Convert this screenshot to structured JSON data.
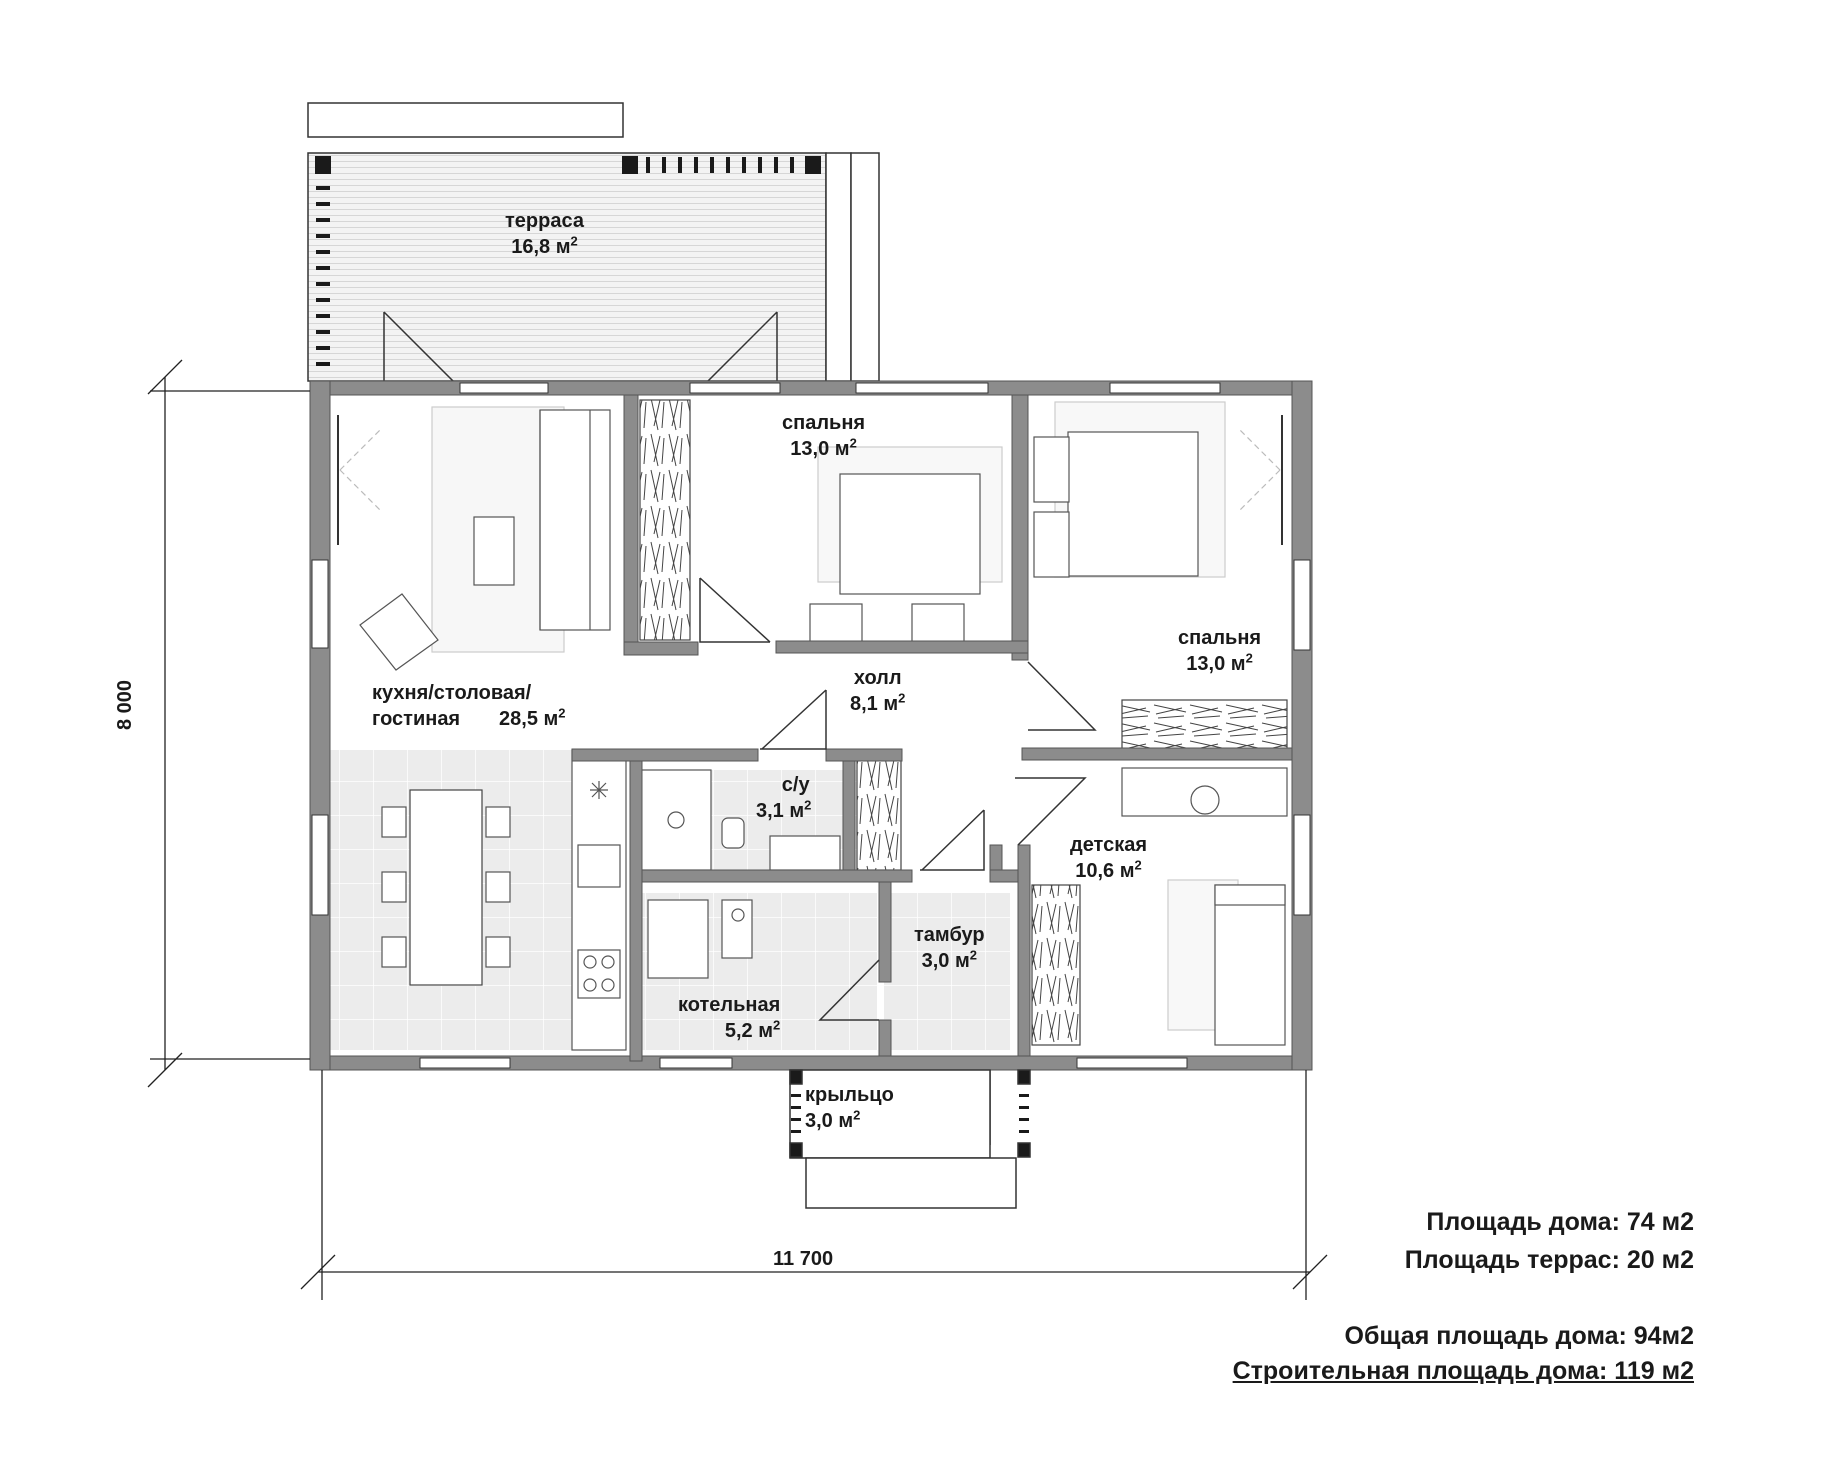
{
  "rooms": {
    "terrace": {
      "name": "терраса",
      "area": "16,8 м",
      "sup": "2"
    },
    "kitchen": {
      "name1": "кухня/столовая/",
      "name2": "гостиная",
      "area": "28,5 м",
      "sup": "2"
    },
    "bedroom1": {
      "name": "спальня",
      "area": "13,0 м",
      "sup": "2"
    },
    "bedroom2": {
      "name": "спальня",
      "area": "13,0 м",
      "sup": "2"
    },
    "hall": {
      "name": "холл",
      "area": "8,1 м",
      "sup": "2"
    },
    "bathroom": {
      "name": "с/у",
      "area": "3,1 м",
      "sup": "2"
    },
    "nursery": {
      "name": "детская",
      "area": "10,6 м",
      "sup": "2"
    },
    "vestibule": {
      "name": "тамбур",
      "area": "3,0 м",
      "sup": "2"
    },
    "boiler": {
      "name": "котельная",
      "area": "5,2 м",
      "sup": "2"
    },
    "porch": {
      "name": "крыльцо",
      "area": "3,0 м",
      "sup": "2"
    }
  },
  "dimensions": {
    "width": "11 700",
    "height": "8 000"
  },
  "summary": {
    "house_area": "Площадь дома: 74 м2",
    "terrace_area": "Площадь террас: 20 м2",
    "total_area": "Общая площадь дома: 94м2",
    "building_area": "Строительная  площадь дома: 119 м2"
  },
  "colors": {
    "wall": "#8c8c8c",
    "wall_edge": "#555555",
    "line": "#333333",
    "tile": "#e9e9e9",
    "deck": "#ececec"
  }
}
